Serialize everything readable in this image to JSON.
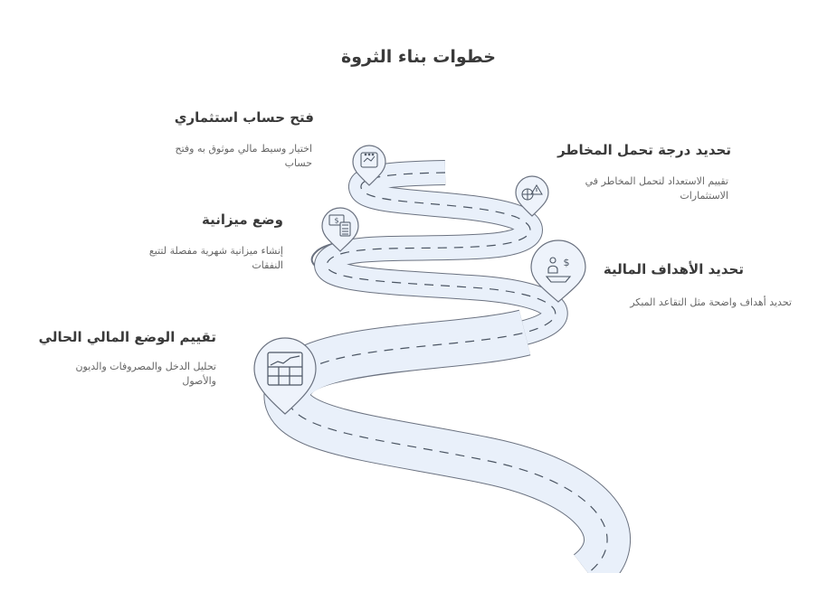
{
  "title": "خطوات بناء الثروة",
  "steps": [
    {
      "title": "فتح حساب استثماري",
      "desc": "اختيار وسيط مالي موثوق به وفتح حساب",
      "icon": "investment-chart-icon"
    },
    {
      "title": "تحديد درجة تحمل المخاطر",
      "desc": "تقييم الاستعداد لتحمل المخاطر في الاستثمارات",
      "icon": "risk-assessment-icon"
    },
    {
      "title": "وضع ميزانية",
      "desc": "إنشاء ميزانية شهرية مفصلة لتتبع النفقات",
      "icon": "budget-calculator-icon"
    },
    {
      "title": "تحديد الأهداف المالية",
      "desc": "تحديد أهداف واضحة مثل التقاعد المبكر",
      "icon": "financial-goals-icon"
    },
    {
      "title": "تقييم الوضع المالي الحالي",
      "desc": "تحليل الدخل والمصروفات والديون والأصول",
      "icon": "financial-status-chart-icon"
    }
  ],
  "colors": {
    "road_fill": "#e8eff9",
    "road_edge": "#6b7280",
    "marker_fill": "#eef3fb",
    "dash": "#4b5563"
  }
}
